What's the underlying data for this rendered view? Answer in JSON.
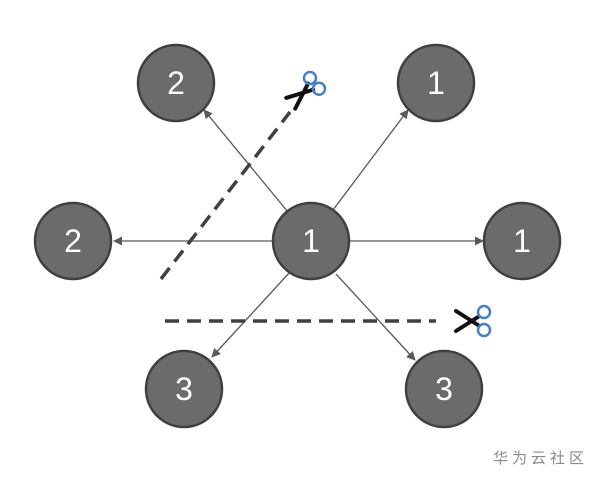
{
  "diagram": {
    "center": {
      "label": "1"
    },
    "nodes": [
      {
        "id": "top-left",
        "label": "2"
      },
      {
        "id": "top-right",
        "label": "1"
      },
      {
        "id": "left",
        "label": "2"
      },
      {
        "id": "right",
        "label": "1"
      },
      {
        "id": "bottom-left",
        "label": "3"
      },
      {
        "id": "bottom-right",
        "label": "3"
      }
    ],
    "icons": [
      "scissors-icon",
      "scissors-icon"
    ],
    "colors": {
      "node_fill": "#6b6b6b",
      "node_stroke": "#3f3f3f",
      "edge": "#595959",
      "scissors_handle": "#4a7fc1"
    }
  },
  "watermark": "华为云社区"
}
